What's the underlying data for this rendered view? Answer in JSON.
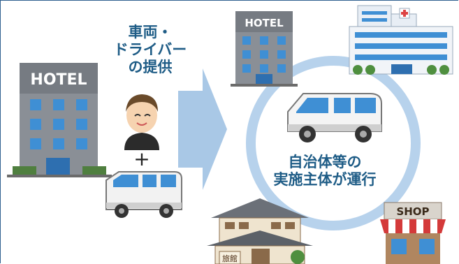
{
  "provider_text": {
    "line1": "車両・",
    "line2": "ドライバー",
    "line3": "の提供"
  },
  "plus_sign": "+",
  "operator_text": {
    "line1": "自治体等の",
    "line2": "実施主体が運行"
  },
  "hotel_sign_left": "HOTEL",
  "hotel_sign_right": "HOTEL",
  "shop_sign": "SHOP",
  "ryokan_sign": "旅館",
  "colors": {
    "text": "#1e5c86",
    "arrow": "#a9c8e6",
    "circle": "#b7d2ec",
    "building": "#8a8f96",
    "window": "#3f8fd4"
  }
}
